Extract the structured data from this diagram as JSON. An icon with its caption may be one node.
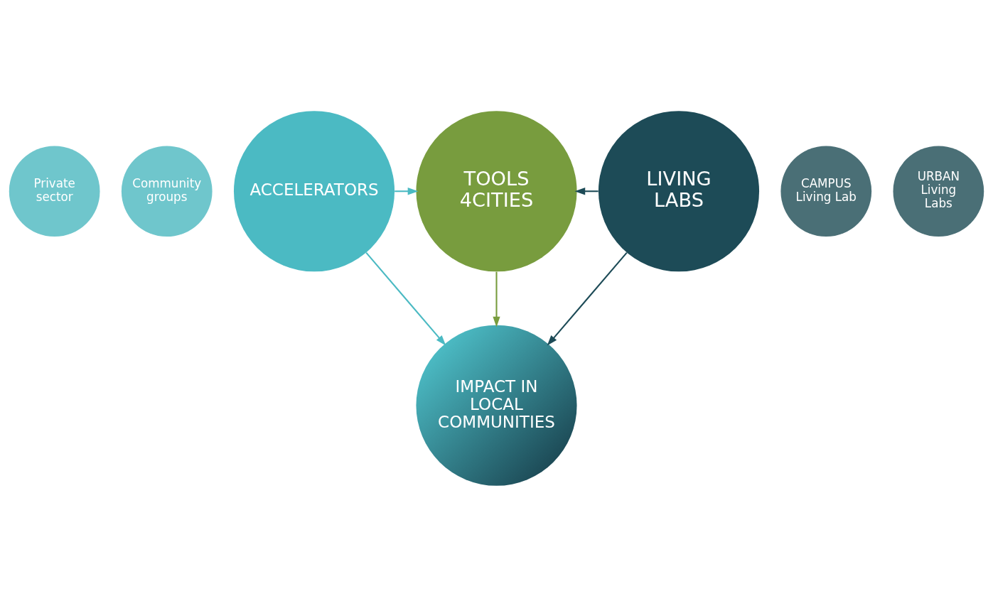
{
  "diagram": {
    "nodes": [
      {
        "text": [
          "Private sector"
        ]
      },
      {
        "text": [
          "ACCELERATORS"
        ]
      },
      {
        "text": [
          "Community groups"
        ]
      },
      {
        "text": [
          "TOOLS",
          "4CITIES"
        ]
      },
      {
        "text": [
          "CAMPUS Living Lab"
        ]
      },
      {
        "text": [
          "LIVING LABS"
        ]
      },
      {
        "text": [
          "URBAN Living Labs"
        ]
      },
      {
        "text": [
          "IMPACT IN LOCAL COMMUNITIES"
        ]
      }
    ],
    "edges": [
      {
        "from": 1,
        "to": 3,
        "arrow": "to",
        "color": "#4bbac3"
      },
      {
        "from": 5,
        "to": 3,
        "arrow": "to",
        "color": "#1d4b57"
      },
      {
        "from": 3,
        "to": 7,
        "arrow": "to",
        "color": "#789c3e"
      },
      {
        "from": 1,
        "to": 7,
        "arrow": "to",
        "color": "#4bbac3"
      },
      {
        "from": 5,
        "to": 7,
        "arrow": "to",
        "color": "#1d4b57"
      }
    ]
  }
}
